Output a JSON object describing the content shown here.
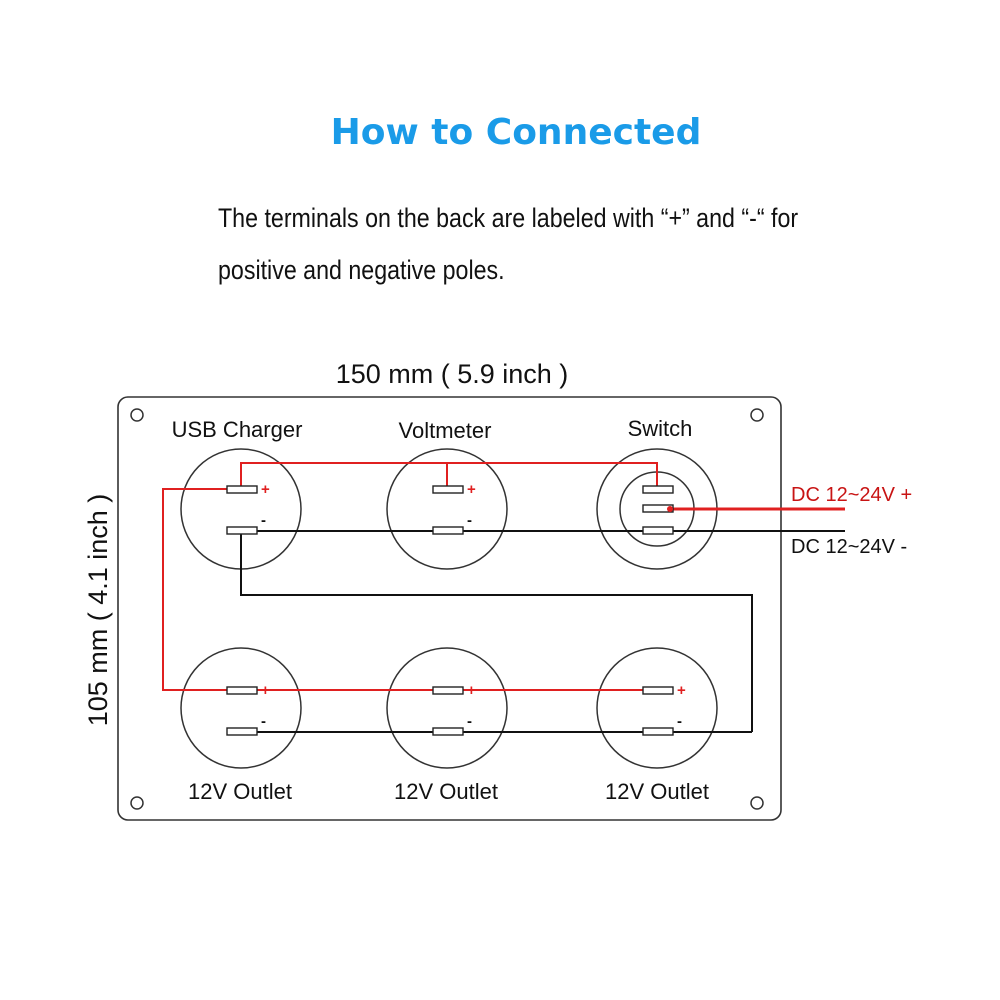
{
  "header": {
    "title": "How to Connected",
    "description_line1": "The terminals on the back are labeled with “+” and “-“ for",
    "description_line2": "positive and negative poles."
  },
  "dimensions": {
    "width_label": "150 mm ( 5.9 inch )",
    "height_label": "105 mm ( 4.1 inch )"
  },
  "components": {
    "usb_charger": "USB Charger",
    "voltmeter": "Voltmeter",
    "switch": "Switch",
    "outlet_1": "12V Outlet",
    "outlet_2": "12V Outlet",
    "outlet_3": "12V Outlet"
  },
  "terminals": {
    "plus": "+",
    "minus": "-"
  },
  "power": {
    "positive_label": "DC 12~24V +",
    "negative_label": "DC 12~24V -"
  },
  "colors": {
    "title": "#1a9be8",
    "positive_wire": "#e02020",
    "positive_label": "#c81414",
    "negative_wire": "#111111",
    "outline": "#333333"
  }
}
